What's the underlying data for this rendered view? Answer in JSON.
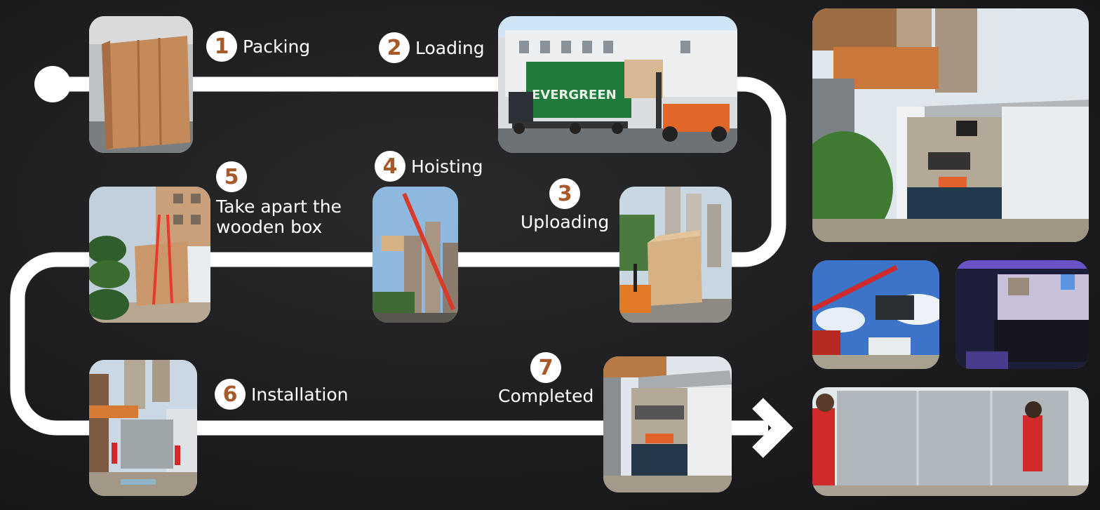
{
  "steps": [
    {
      "number": "1",
      "label": "Packing"
    },
    {
      "number": "2",
      "label": "Loading"
    },
    {
      "number": "3",
      "label": "Uploading"
    },
    {
      "number": "4",
      "label": "Hoisting"
    },
    {
      "number": "5",
      "label_line1": "Take apart the",
      "label_line2": "wooden box"
    },
    {
      "number": "6",
      "label": "Installation"
    },
    {
      "number": "7",
      "label": "Completed"
    }
  ],
  "container_text": "EVERGREEN",
  "colors": {
    "background": "#1c1c1e",
    "path": "#ffffff",
    "badge_number": "#a8592a"
  }
}
